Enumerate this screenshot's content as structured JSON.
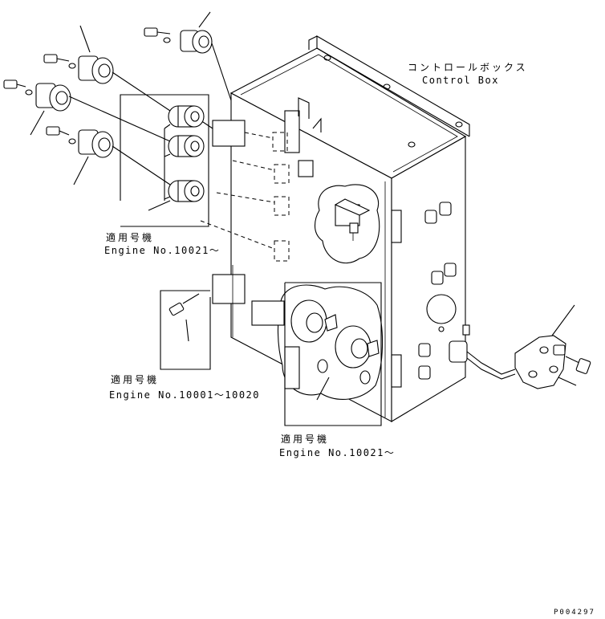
{
  "labels": {
    "control_box_jp": "コントロールボックス",
    "control_box_en": "Control Box",
    "applicable_jp_1": "適用号機",
    "engine_no_1": "Engine No.10021～",
    "applicable_jp_2": "適用号機",
    "engine_no_2": "Engine No.10001～10020",
    "applicable_jp_3": "適用号機",
    "engine_no_3": "Engine No.10021～",
    "drawing_ref": "P004297"
  }
}
